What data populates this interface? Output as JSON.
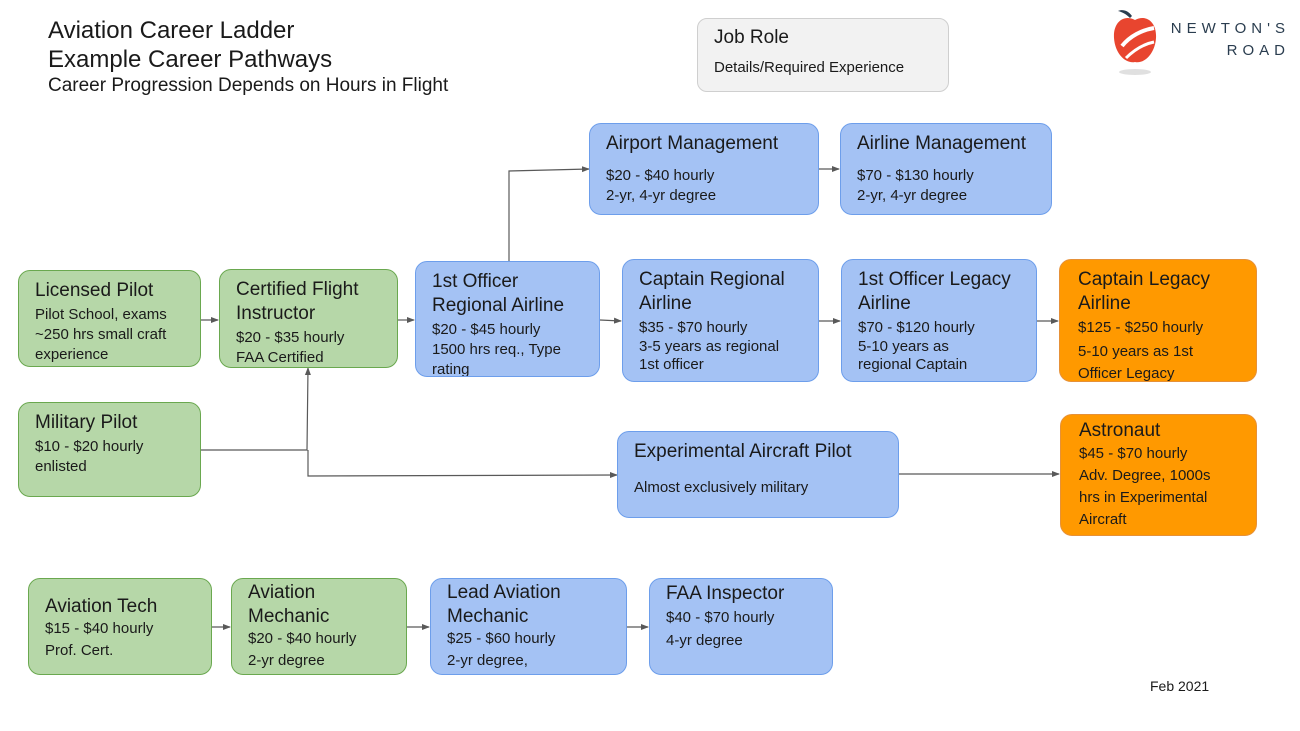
{
  "title": {
    "line1": "Aviation Career Ladder",
    "line2": "Example Career Pathways",
    "line3": "Career Progression Depends on Hours in Flight"
  },
  "legend": {
    "title": "Job Role",
    "detail": "Details/Required Experience"
  },
  "logo": {
    "line1": "NEWTON'S",
    "line2": "ROAD",
    "icon": "apple-logo-icon"
  },
  "colors": {
    "entry": "#b6d7a8",
    "mid": "#a4c2f4",
    "top": "#ff9900"
  },
  "nodes": {
    "licensed_pilot": {
      "title": "Licensed Pilot",
      "lines": [
        "Pilot School, exams",
        "~250 hrs small craft",
        "experience"
      ]
    },
    "certified_flight_instructor": {
      "title": "Certified Flight Instructor",
      "lines": [
        "$20 - $35 hourly",
        "FAA Certified"
      ]
    },
    "military_pilot": {
      "title": "Military Pilot",
      "lines": [
        "$10 - $20 hourly",
        "enlisted"
      ]
    },
    "first_officer_regional": {
      "title": "1st Officer Regional Airline",
      "lines": [
        "$20 - $45 hourly",
        "1500 hrs req., Type",
        "rating"
      ]
    },
    "airport_management": {
      "title": "Airport Management",
      "lines": [
        "$20 - $40 hourly",
        "2-yr, 4-yr degree"
      ]
    },
    "airline_management": {
      "title": "Airline Management",
      "lines": [
        "$70 - $130 hourly",
        "2-yr, 4-yr degree"
      ]
    },
    "captain_regional": {
      "title": "Captain Regional Airline",
      "lines": [
        "$35 - $70 hourly",
        "3-5 years as regional",
        "1st officer"
      ]
    },
    "first_officer_legacy": {
      "title": "1st Officer Legacy Airline",
      "lines": [
        "$70 - $120 hourly",
        "5-10 years as",
        "regional Captain"
      ]
    },
    "captain_legacy": {
      "title": "Captain Legacy Airline",
      "lines": [
        "$125 - $250 hourly",
        "5-10 years as 1st",
        "Officer Legacy"
      ]
    },
    "experimental_pilot": {
      "title": "Experimental Aircraft Pilot",
      "lines": [
        "Almost exclusively military"
      ]
    },
    "astronaut": {
      "title": "Astronaut",
      "lines": [
        "$45 - $70 hourly",
        "Adv. Degree, 1000s",
        "hrs in Experimental",
        "Aircraft"
      ]
    },
    "aviation_tech": {
      "title": "Aviation Tech",
      "lines": [
        "$15 - $40 hourly",
        "Prof. Cert."
      ]
    },
    "aviation_mechanic": {
      "title": "Aviation Mechanic",
      "lines": [
        "$20 - $40 hourly",
        "2-yr degree"
      ]
    },
    "lead_aviation_mechanic": {
      "title": "Lead Aviation Mechanic",
      "lines": [
        "$25 - $60 hourly",
        "2-yr degree,"
      ]
    },
    "faa_inspector": {
      "title": "FAA Inspector",
      "lines": [
        "$40 - $70 hourly",
        "4-yr degree"
      ]
    }
  },
  "footer": {
    "date": "Feb 2021"
  }
}
